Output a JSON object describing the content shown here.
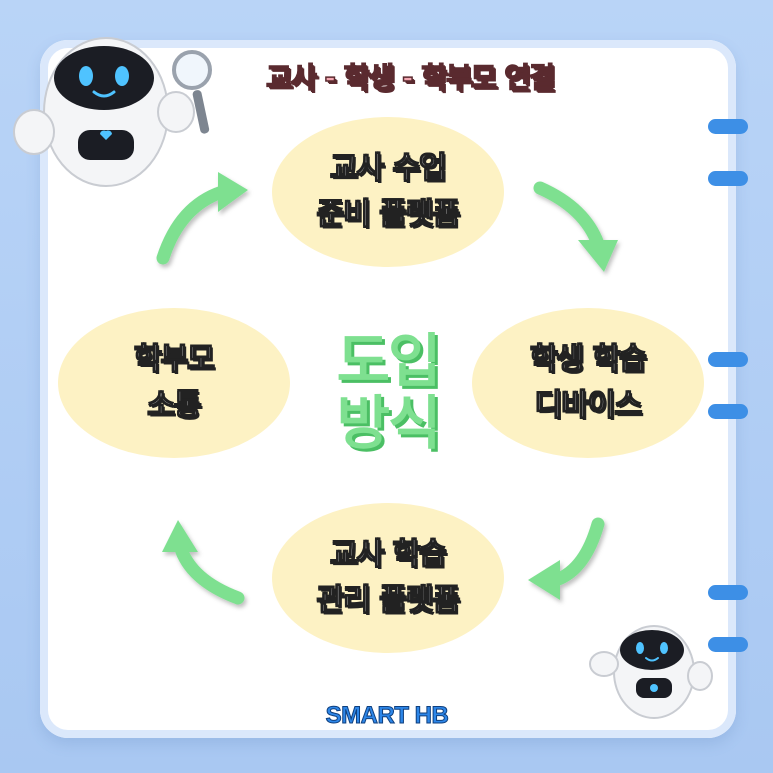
{
  "title": "교사 - 학생 - 학부모 연결",
  "center": {
    "line1": "도입",
    "line2": "방식"
  },
  "nodes": {
    "top": {
      "line1": "교사 수업",
      "line2": "준비 플랫폼"
    },
    "right": {
      "line1": "학생 학습",
      "line2": "디바이스"
    },
    "bottom": {
      "line1": "교사 학습",
      "line2": "관리 플랫폼"
    },
    "left": {
      "line1": "학부모",
      "line2": "소통"
    }
  },
  "brand": "SMART HB",
  "colors": {
    "node_fill": "#fdf2c4",
    "arrow": "#7ee090",
    "center_text": "#7ee090",
    "title_text": "#f3a7b1",
    "brand_text": "#2d86e8",
    "tab": "#3d8fe6"
  },
  "icons": [
    "robot-mascot-icon",
    "magnifier-icon",
    "robot-mascot-small-icon"
  ]
}
